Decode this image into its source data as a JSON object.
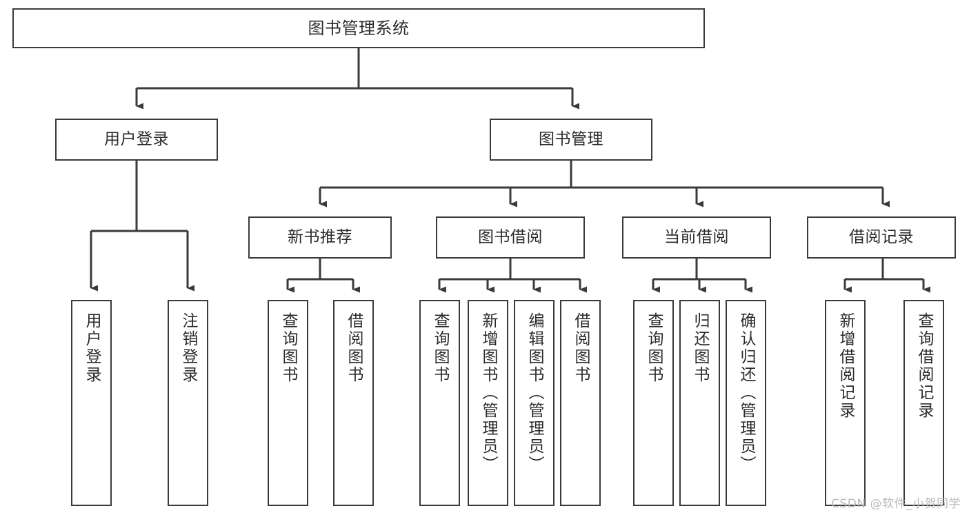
{
  "diagram": {
    "title": "图书管理系统",
    "type": "tree-hierarchy-chart",
    "stroke_color": "#3a3a3a",
    "text_color": "#2b2b2b",
    "background_color": "#ffffff",
    "root": {
      "label": "图书管理系统"
    },
    "level1": [
      {
        "label": "用户登录"
      },
      {
        "label": "图书管理"
      }
    ],
    "level2": [
      {
        "label": "新书推荐"
      },
      {
        "label": "图书借阅"
      },
      {
        "label": "当前借阅"
      },
      {
        "label": "借阅记录"
      }
    ],
    "leaves": {
      "user_login": [
        {
          "label": "用户登录"
        },
        {
          "label": "注销登录"
        }
      ],
      "new_book_recommend": [
        {
          "label": "查询图书"
        },
        {
          "label": "借阅图书"
        }
      ],
      "book_borrow": [
        {
          "label": "查询图书"
        },
        {
          "label": "新增图书（管理员）"
        },
        {
          "label": "编辑图书（管理员）"
        },
        {
          "label": "借阅图书"
        }
      ],
      "current_borrow": [
        {
          "label": "查询图书"
        },
        {
          "label": "归还图书"
        },
        {
          "label": "确认归还（管理员）"
        }
      ],
      "borrow_record": [
        {
          "label": "新增借阅记录"
        },
        {
          "label": "查询借阅记录"
        }
      ]
    }
  },
  "watermark": {
    "text": "CSDN @软件_小贺同学"
  }
}
